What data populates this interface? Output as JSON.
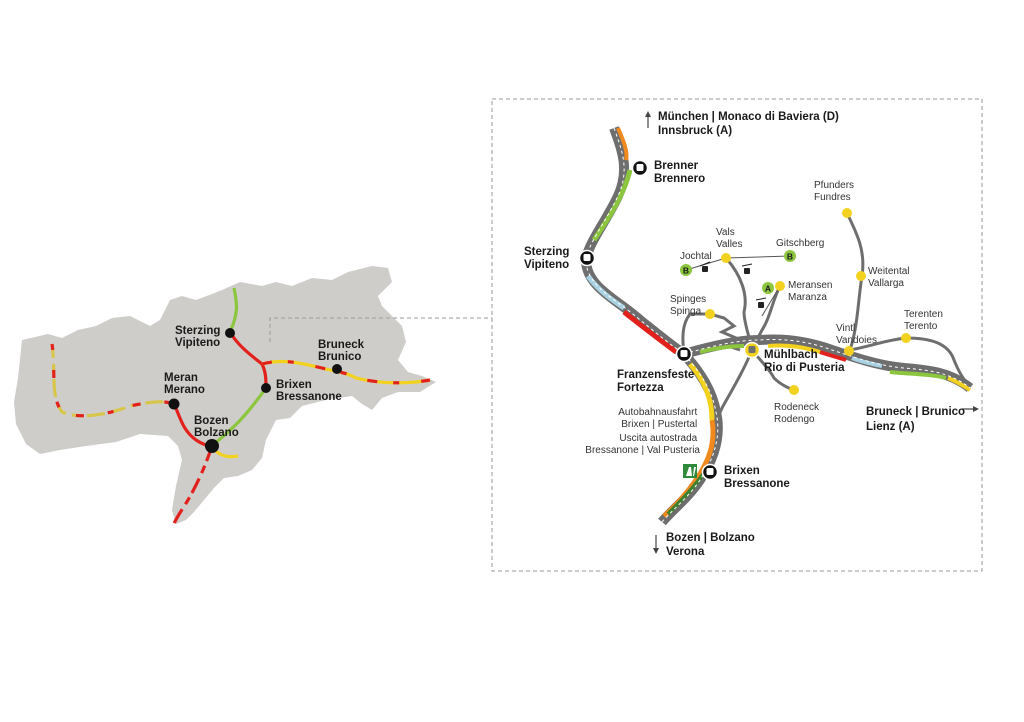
{
  "colors": {
    "region_fill": "#cfcdc9",
    "road": "#6e6e6e",
    "green": "#8cc63f",
    "dark_green": "#3f7f2e",
    "yellow": "#f3d21f",
    "orange": "#f08a1e",
    "red": "#e2211c",
    "light_blue": "#a9d3e4",
    "frame": "#9a9a9a",
    "city_dot": "#111111",
    "station_dot": "#f3d21f",
    "lift_badge": "#8cc63f",
    "motorway_sign": "#2f8a3c"
  },
  "overview": {
    "cities": [
      {
        "line1": "Sterzing",
        "line2": "Vipiteno"
      },
      {
        "line1": "Bruneck",
        "line2": "Brunico"
      },
      {
        "line1": "Meran",
        "line2": "Merano"
      },
      {
        "line1": "Brixen",
        "line2": "Bressanone"
      },
      {
        "line1": "Bozen",
        "line2": "Bolzano"
      }
    ]
  },
  "detail": {
    "top_destination": {
      "line1": "München | Monaco di Baviera (D)",
      "line2": "Innsbruck (A)",
      "arrow": "up-arrow"
    },
    "bottom_destination": {
      "line1": "Bozen | Bolzano",
      "line2": "Verona",
      "arrow": "down-arrow"
    },
    "right_destination": {
      "line1": "Bruneck | Brunico",
      "line2": "Lienz (A)",
      "arrow": "right-arrow"
    },
    "stations": [
      {
        "line1": "Brenner",
        "line2": "Brennero"
      },
      {
        "line1": "Sterzing",
        "line2": "Vipiteno"
      },
      {
        "line1": "Franzensfeste",
        "line2": "Fortezza"
      },
      {
        "line1": "Mühlbach",
        "line2": "Rio di Pusteria"
      },
      {
        "line1": "Brixen",
        "line2": "Bressanone"
      }
    ],
    "places": [
      {
        "line1": "Pfunders",
        "line2": "Fundres"
      },
      {
        "line1": "Vals",
        "line2": "Valles"
      },
      {
        "line1": "Jochtal",
        "line2": ""
      },
      {
        "line1": "Gitschberg",
        "line2": ""
      },
      {
        "line1": "Meransen",
        "line2": "Maranza"
      },
      {
        "line1": "Weitental",
        "line2": "Vallarga"
      },
      {
        "line1": "Spinges",
        "line2": "Spinga"
      },
      {
        "line1": "Vintl",
        "line2": "Vandoies"
      },
      {
        "line1": "Terenten",
        "line2": "Terento"
      },
      {
        "line1": "Rodeneck",
        "line2": "Rodengo"
      }
    ],
    "motorway_exit": {
      "line1": "Autobahnausfahrt",
      "line2": "Brixen | Pustertal",
      "line3": "Uscita autostrada",
      "line4": "Bressanone | Val Pusteria"
    },
    "lift_badges": [
      "B",
      "B",
      "A"
    ]
  }
}
